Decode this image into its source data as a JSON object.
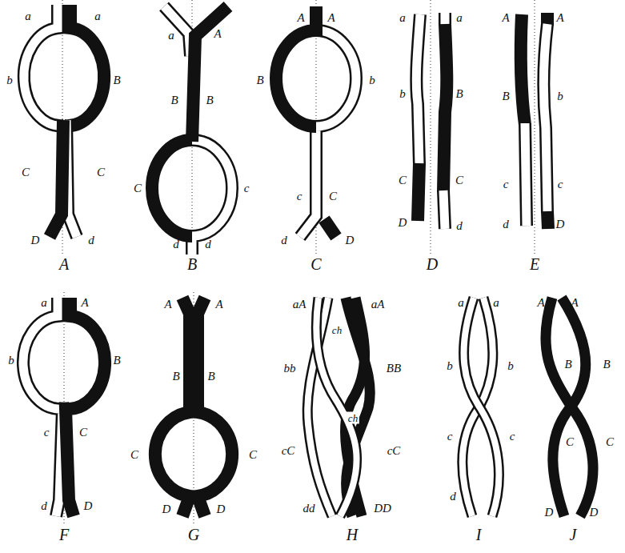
{
  "diagram": {
    "labels": [
      "a",
      "a",
      "b",
      "B",
      "C",
      "C",
      "D",
      "d",
      "A",
      "a",
      "A",
      "B",
      "B",
      "C",
      "c",
      "d",
      "d",
      "B",
      "A",
      "A",
      "B",
      "b",
      "c",
      "C",
      "d",
      "D",
      "C",
      "a",
      "a",
      "b",
      "B",
      "C",
      "C",
      "D",
      "d",
      "D",
      "A",
      "A",
      "B",
      "b",
      "c",
      "c",
      "d",
      "D",
      "E",
      "a",
      "A",
      "b",
      "B",
      "c",
      "C",
      "d",
      "D",
      "F",
      "A",
      "A",
      "B",
      "B",
      "C",
      "C",
      "D",
      "D",
      "G",
      "aA",
      "aA",
      "ch",
      "bb",
      "BB",
      "ch",
      "cC",
      "cC",
      "dd",
      "DD",
      "H",
      "a",
      "a",
      "b",
      "b",
      "c",
      "c",
      "d",
      "I",
      "A",
      "A",
      "B",
      "B",
      "C",
      "C",
      "D",
      "D",
      "J"
    ]
  }
}
